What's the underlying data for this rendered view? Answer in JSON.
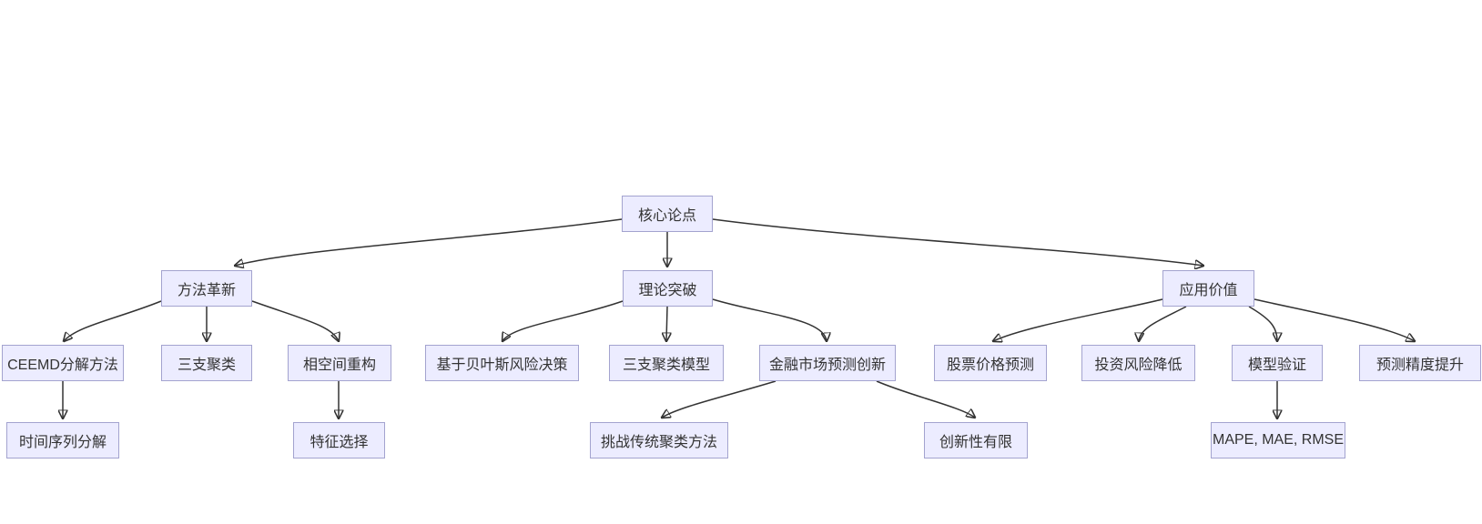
{
  "page": {
    "background_color": "#ffffff"
  },
  "diagram": {
    "type": "flowchart",
    "direction": "top-down",
    "colors": {
      "node_fill": "#ECECFF",
      "node_border": "#a3a3cf",
      "node_text": "#333333",
      "edge": "#333333",
      "background": "#ffffff"
    },
    "nodes": {
      "root": {
        "label": "核心论点"
      },
      "method": {
        "label": "方法革新"
      },
      "theory": {
        "label": "理论突破"
      },
      "application": {
        "label": "应用价值"
      },
      "ceemd": {
        "label": "CEEMD分解方法"
      },
      "threeway": {
        "label": "三支聚类"
      },
      "phase": {
        "label": "相空间重构"
      },
      "bayes": {
        "label": "基于贝叶斯风险决策"
      },
      "threewaymodel": {
        "label": "三支聚类模型"
      },
      "finmarket": {
        "label": "金融市场预测创新"
      },
      "stock": {
        "label": "股票价格预测"
      },
      "risk": {
        "label": "投资风险降低"
      },
      "validation": {
        "label": "模型验证"
      },
      "precision": {
        "label": "预测精度提升"
      },
      "timeseries": {
        "label": "时间序列分解"
      },
      "feature": {
        "label": "特征选择"
      },
      "challenge": {
        "label": "挑战传统聚类方法"
      },
      "limited": {
        "label": "创新性有限"
      },
      "mape": {
        "label": "MAPE, MAE, RMSE"
      }
    },
    "edges": [
      {
        "from": "root",
        "to": "method"
      },
      {
        "from": "root",
        "to": "theory"
      },
      {
        "from": "root",
        "to": "application"
      },
      {
        "from": "method",
        "to": "ceemd"
      },
      {
        "from": "method",
        "to": "threeway"
      },
      {
        "from": "method",
        "to": "phase"
      },
      {
        "from": "theory",
        "to": "bayes"
      },
      {
        "from": "theory",
        "to": "threewaymodel"
      },
      {
        "from": "theory",
        "to": "finmarket"
      },
      {
        "from": "application",
        "to": "stock"
      },
      {
        "from": "application",
        "to": "risk"
      },
      {
        "from": "application",
        "to": "validation"
      },
      {
        "from": "application",
        "to": "precision"
      },
      {
        "from": "ceemd",
        "to": "timeseries"
      },
      {
        "from": "phase",
        "to": "feature"
      },
      {
        "from": "finmarket",
        "to": "challenge"
      },
      {
        "from": "finmarket",
        "to": "limited"
      },
      {
        "from": "validation",
        "to": "mape"
      }
    ]
  }
}
